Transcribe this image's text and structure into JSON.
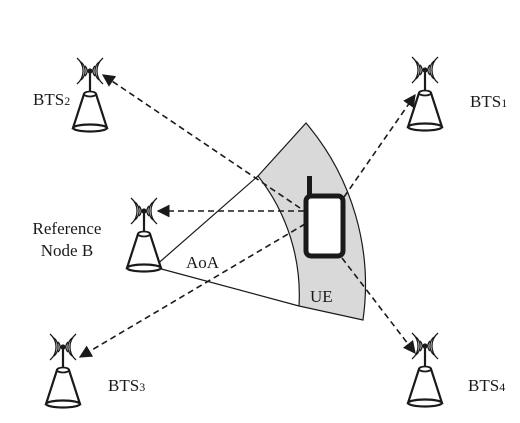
{
  "diagram": {
    "nodes": [
      {
        "id": "bts1",
        "label_main": "BTS",
        "label_sub": "1"
      },
      {
        "id": "bts2",
        "label_main": "BTS",
        "label_sub": "2"
      },
      {
        "id": "bts3",
        "label_main": "BTS",
        "label_sub": "3"
      },
      {
        "id": "bts4",
        "label_main": "BTS",
        "label_sub": "4"
      },
      {
        "id": "reference-node-b",
        "label_line1": "Reference",
        "label_line2": "Node B"
      }
    ],
    "ue_label": "UE",
    "angle_label": "AoA",
    "colors": {
      "sector_fill": "#d9d9d9",
      "line": "#1a1a1a"
    }
  }
}
